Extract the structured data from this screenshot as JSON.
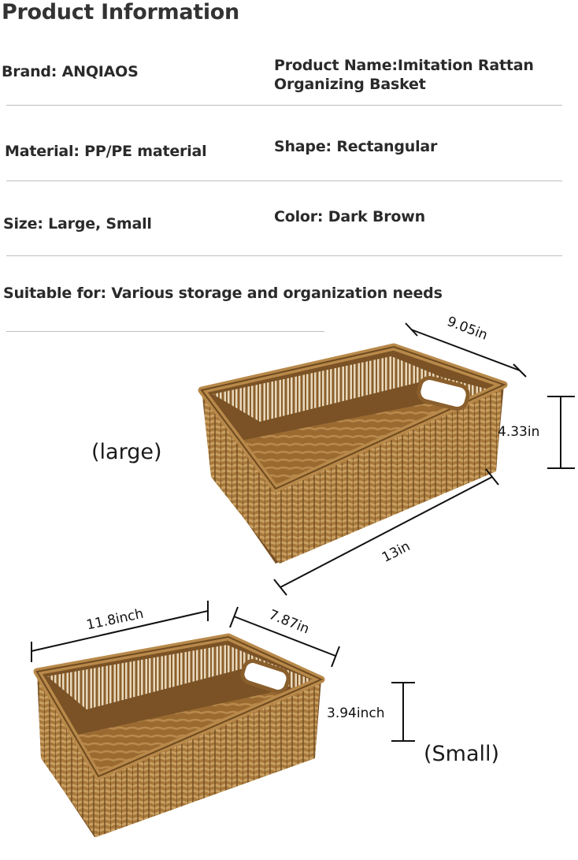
{
  "header": {
    "title": "Product Information"
  },
  "specs": {
    "brand": "Brand: ANQIAOS",
    "product_name_line1": "Product Name:Imitation Rattan",
    "product_name_line2": "Organizing Basket",
    "material": "Material: PP/PE material",
    "shape": "Shape: Rectangular",
    "size": "Size: Large, Small",
    "color": "Color: Dark Brown",
    "suitable": "Suitable for: Various storage and organization needs"
  },
  "large_basket": {
    "label": "(large)",
    "width": "9.05in",
    "height": "4.33in",
    "length": "13in"
  },
  "small_basket": {
    "label": "(Small)",
    "length": "11.8inch",
    "width": "7.87in",
    "height": "3.94inch"
  },
  "colors": {
    "rattan": "#a8793c",
    "rattan_dark": "#6e4a1f",
    "rattan_light": "#c9a062"
  },
  "icons": {
    "large-basket-image": "rattan-basket",
    "small-basket-image": "rattan-basket"
  }
}
